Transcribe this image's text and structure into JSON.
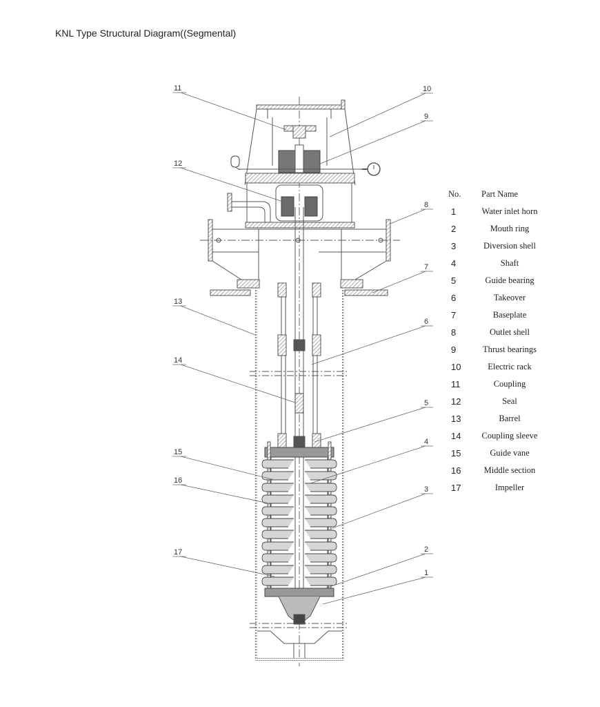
{
  "title": "KNL Type Structural Diagram((Segmental)",
  "colors": {
    "line": "#555555",
    "hatch": "#8a8a8a",
    "dark_part": "#4a4a4a",
    "text": "#222222"
  },
  "legend": {
    "header_no": "No.",
    "header_name": "Part Name",
    "parts": [
      {
        "no": "1",
        "name": "Water inlet horn"
      },
      {
        "no": "2",
        "name": "Mouth ring"
      },
      {
        "no": "3",
        "name": "Diversion shell"
      },
      {
        "no": "4",
        "name": "Shaft"
      },
      {
        "no": "5",
        "name": "Guide bearing"
      },
      {
        "no": "6",
        "name": "Takeover"
      },
      {
        "no": "7",
        "name": "Baseplate"
      },
      {
        "no": "8",
        "name": "Outlet shell"
      },
      {
        "no": "9",
        "name": "Thrust bearings"
      },
      {
        "no": "10",
        "name": "Electric rack"
      },
      {
        "no": "11",
        "name": "Coupling"
      },
      {
        "no": "12",
        "name": "Seal"
      },
      {
        "no": "13",
        "name": "Barrel"
      },
      {
        "no": "14",
        "name": "Coupling sleeve"
      },
      {
        "no": "15",
        "name": "Guide vane"
      },
      {
        "no": "16",
        "name": "Middle section"
      },
      {
        "no": "17",
        "name": "Impeller"
      }
    ]
  },
  "callouts": {
    "left": [
      "11",
      "12",
      "13",
      "14",
      "15",
      "16",
      "17"
    ],
    "right": [
      "10",
      "9",
      "8",
      "7",
      "6",
      "5",
      "4",
      "3",
      "2",
      "1"
    ]
  }
}
